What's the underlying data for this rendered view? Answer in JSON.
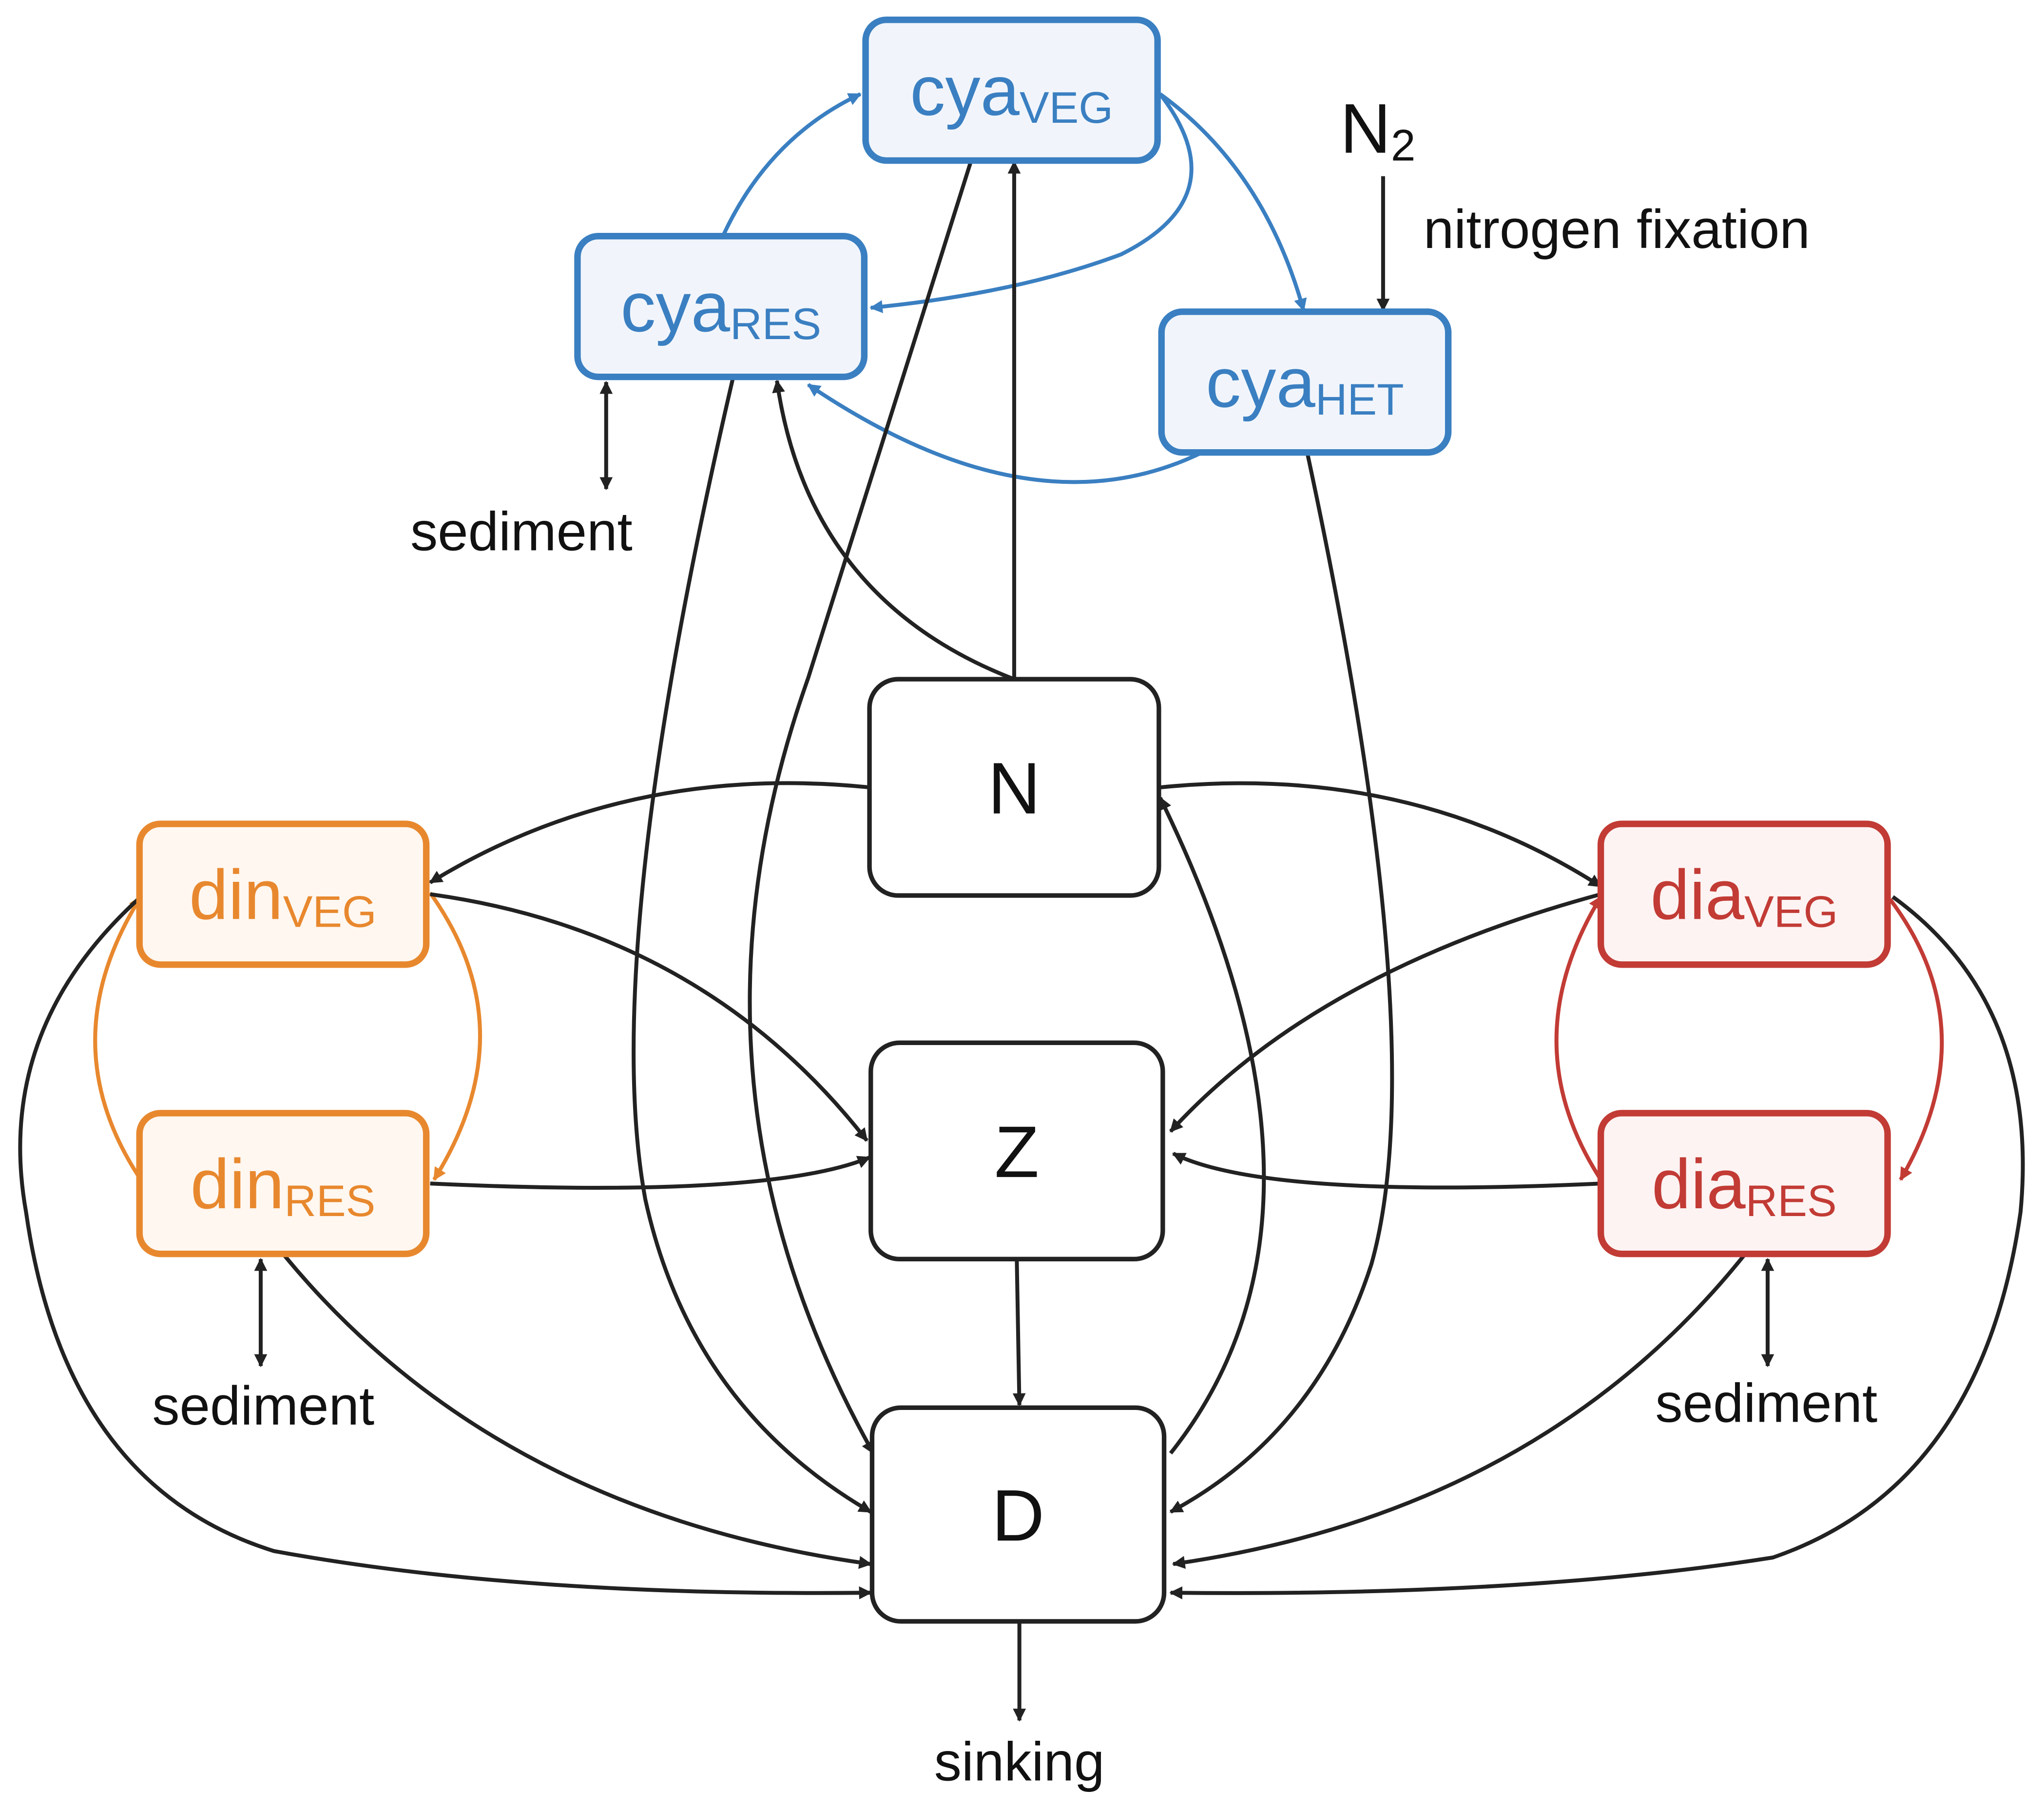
{
  "colors": {
    "cyano": "#3a7fc1",
    "cyano_fill": "#f1f5fb",
    "dino": "#e8882e",
    "dino_fill": "#fff7f0",
    "diatom": "#c23b35",
    "diatom_fill": "#fdf3f2",
    "core": "#222222",
    "core_fill": "#ffffff"
  },
  "nodes": {
    "cya_veg": {
      "base": "cya",
      "sub": "VEG"
    },
    "cya_res": {
      "base": "cya",
      "sub": "RES"
    },
    "cya_het": {
      "base": "cya",
      "sub": "HET"
    },
    "din_veg": {
      "base": "din",
      "sub": "VEG"
    },
    "din_res": {
      "base": "din",
      "sub": "RES"
    },
    "dia_veg": {
      "base": "dia",
      "sub": "VEG"
    },
    "dia_res": {
      "base": "dia",
      "sub": "RES"
    },
    "n": {
      "label": "N"
    },
    "z": {
      "label": "Z"
    },
    "d": {
      "label": "D"
    }
  },
  "labels": {
    "n2_base": "N",
    "n2_sub": "2",
    "nitrogen_fixation": "nitrogen fixation",
    "sediment_cya": "sediment",
    "sediment_din": "sediment",
    "sediment_dia": "sediment",
    "sinking": "sinking"
  }
}
